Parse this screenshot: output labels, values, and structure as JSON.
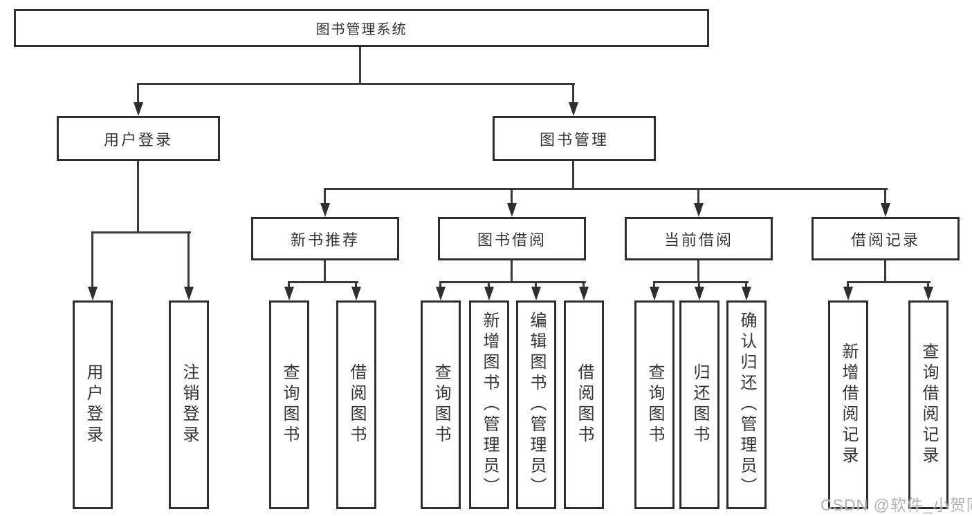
{
  "diagram": {
    "title": "图书管理系统",
    "root": {
      "label": "图书管理系统"
    },
    "level2": [
      {
        "label": "用户登录"
      },
      {
        "label": "图书管理"
      }
    ],
    "level3": [
      {
        "label": "新书推荐"
      },
      {
        "label": "图书借阅"
      },
      {
        "label": "当前借阅"
      },
      {
        "label": "借阅记录"
      }
    ],
    "leaves": {
      "user_login": [
        "用户登录",
        "注销登录"
      ],
      "new_book_recommend": [
        "查询图书",
        "借阅图书"
      ],
      "book_borrow": [
        "查询图书",
        "新增图书（管理员）",
        "编辑图书（管理员）",
        "借阅图书"
      ],
      "current_borrow": [
        "查询图书",
        "归还图书",
        "确认归还（管理员）"
      ],
      "borrow_record": [
        "新增借阅记录",
        "查询借阅记录"
      ]
    }
  },
  "watermark": "CSDN @软件_小贺同学",
  "colors": {
    "line": "#3a3a3a",
    "box_border": "#2e2e2e",
    "text": "#333333",
    "watermark": "#a4a4a4",
    "background": "#ffffff"
  }
}
